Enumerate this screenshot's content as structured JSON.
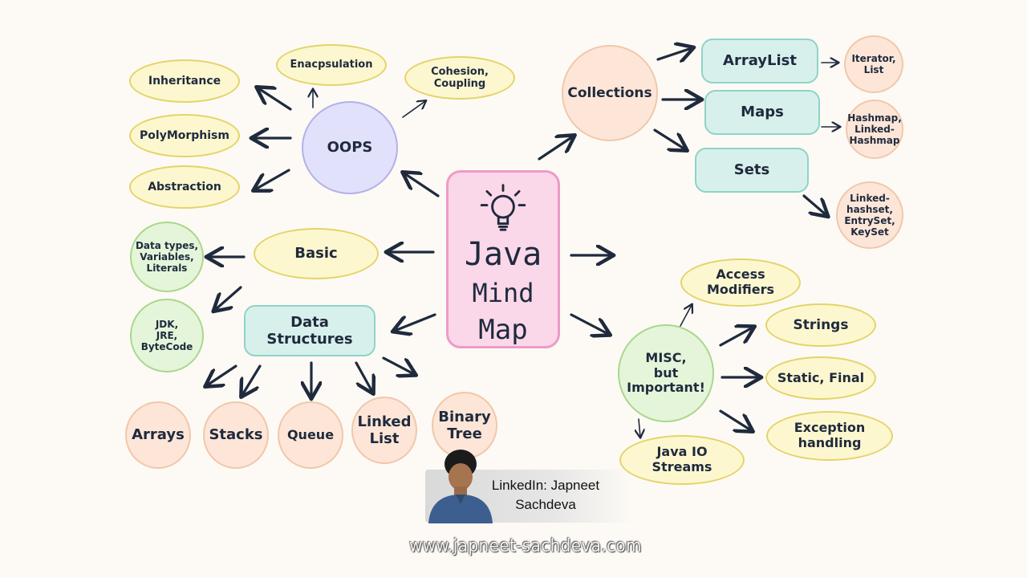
{
  "title": [
    "Java",
    "Mind",
    "Map"
  ],
  "nodes": {
    "oops": "OOPS",
    "inheritance": "Inheritance",
    "polymorphism": "PolyMorphism",
    "abstraction": "Abstraction",
    "encapsulation": "Enacpsulation",
    "cohesion": "Cohesion,\nCoupling",
    "basic": "Basic",
    "data_types": "Data types,\nVariables,\nLiterals",
    "jdk": "JDK,\nJRE,\nByteCode",
    "data_structures": "Data\nStructures",
    "arrays": "Arrays",
    "stacks": "Stacks",
    "queue": "Queue",
    "linked_list": "Linked\nList",
    "binary_tree": "Binary\nTree",
    "collections": "Collections",
    "arraylist": "ArrayList",
    "maps": "Maps",
    "sets": "Sets",
    "iterator": "Iterator,\nList",
    "hashmap": "Hashmap,\nLinked-\nHashmap",
    "linkedhashset": "Linked-\nhashset,\nEntrySet,\nKeySet",
    "misc": "MISC,\nbut\nImportant!",
    "access_modifiers": "Access\nModifiers",
    "strings": "Strings",
    "static_final": "Static, Final",
    "exception_handling": "Exception\nhandling",
    "java_io": "Java IO\nStreams"
  },
  "author_card": {
    "text": "LinkedIn: Japneet\nSachdeva"
  },
  "watermark": "www.japneet-sachdeva.com",
  "colors": {
    "yellow": "#fdf7cf",
    "peach": "#fde6d8",
    "green": "#e5f5d9",
    "teal": "#d8f0ec",
    "purple": "#e1e1fb",
    "pink": "#fbd7ea",
    "arrow": "#1f2a3d"
  }
}
